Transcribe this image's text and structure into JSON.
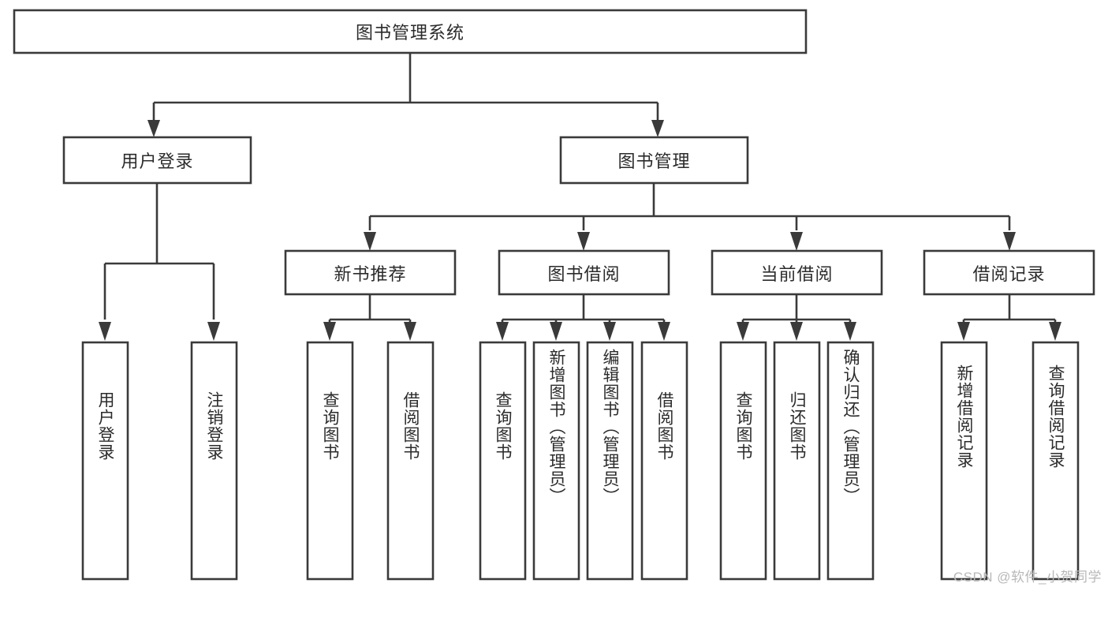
{
  "diagram": {
    "type": "hierarchy-tree",
    "title": "图书管理系统",
    "watermark": "CSDN @软件_小贺同学",
    "colors": {
      "box_stroke": "#3a3a3a",
      "box_fill": "#ffffff",
      "text": "#2b2b2b",
      "background": "#ffffff",
      "watermark": "#b8b8b8"
    },
    "levels": {
      "root": {
        "label": "图书管理系统"
      },
      "level2": [
        {
          "label": "用户登录"
        },
        {
          "label": "图书管理"
        }
      ],
      "level3": [
        {
          "label": "新书推荐"
        },
        {
          "label": "图书借阅"
        },
        {
          "label": "当前借阅"
        },
        {
          "label": "借阅记录"
        }
      ],
      "leaves": [
        {
          "label": "用户登录",
          "parent": "用户登录"
        },
        {
          "label": "注销登录",
          "parent": "用户登录"
        },
        {
          "label": "查询图书",
          "parent": "新书推荐"
        },
        {
          "label": "借阅图书",
          "parent": "新书推荐"
        },
        {
          "label": "查询图书",
          "parent": "图书借阅"
        },
        {
          "label": "新增图书（管理员）",
          "parent": "图书借阅"
        },
        {
          "label": "编辑图书（管理员）",
          "parent": "图书借阅"
        },
        {
          "label": "借阅图书",
          "parent": "图书借阅"
        },
        {
          "label": "查询图书",
          "parent": "当前借阅"
        },
        {
          "label": "归还图书",
          "parent": "当前借阅"
        },
        {
          "label": "确认归还（管理员）",
          "parent": "当前借阅"
        },
        {
          "label": "新增借阅记录",
          "parent": "借阅记录"
        },
        {
          "label": "查询借阅记录",
          "parent": "借阅记录"
        }
      ]
    }
  }
}
